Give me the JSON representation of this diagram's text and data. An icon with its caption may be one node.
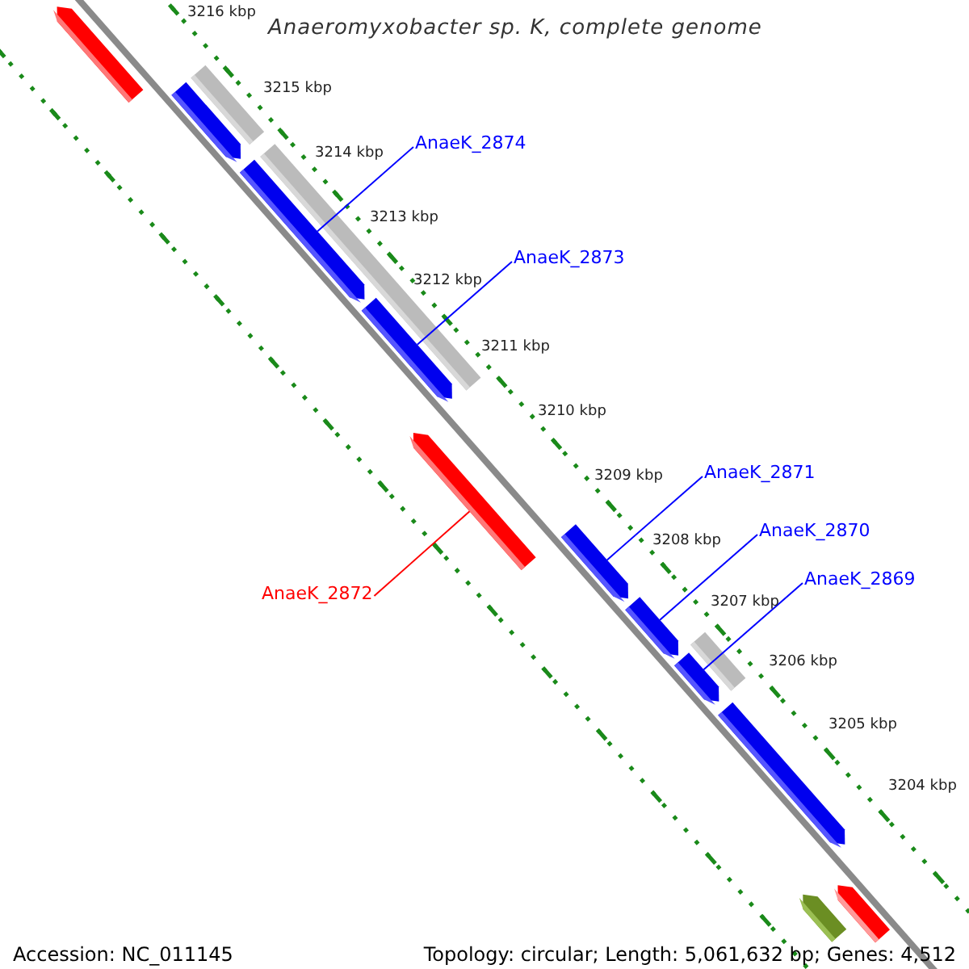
{
  "diagram": {
    "title": "Anaeromyxobacter sp. K, complete genome",
    "nodes": [
      {
        "text": [
          "AnaeK_2874"
        ]
      },
      {
        "text": [
          "AnaeK_2873"
        ]
      },
      {
        "text": [
          "AnaeK_2871"
        ]
      },
      {
        "text": [
          "AnaeK_2870"
        ]
      },
      {
        "text": [
          "AnaeK_2869"
        ]
      },
      {
        "text": [
          "AnaeK_2872"
        ]
      },
      {
        "text": [],
        "shape": "arrow"
      },
      {
        "text": [],
        "shape": "bar"
      },
      {
        "text": [],
        "shape": "arrow"
      },
      {
        "text": [],
        "shape": "arrow"
      },
      {
        "text": [],
        "shape": "bar"
      },
      {
        "text": [],
        "shape": "arrow"
      },
      {
        "text": [],
        "shape": "arrow"
      },
      {
        "text": [],
        "shape": "arrow"
      },
      {
        "text": [],
        "shape": "arrow"
      },
      {
        "text": [],
        "shape": "bar"
      },
      {
        "text": [],
        "shape": "arrow"
      },
      {
        "text": [],
        "shape": "arrow"
      },
      {
        "text": [],
        "shape": "arrow"
      },
      {
        "text": [],
        "shape": "arrow"
      }
    ],
    "edges": [
      {
        "from": 0,
        "to": 9,
        "arrow": "none"
      },
      {
        "from": 1,
        "to": 11,
        "arrow": "none"
      },
      {
        "from": 2,
        "to": 13,
        "arrow": "none"
      },
      {
        "from": 3,
        "to": 14,
        "arrow": "none"
      },
      {
        "from": 4,
        "to": 16,
        "arrow": "none"
      },
      {
        "from": 5,
        "to": 12,
        "arrow": "none",
        "color": "#ff0000"
      }
    ],
    "labels": [
      "3216 kbp",
      "3215 kbp",
      "3214 kbp",
      "3213 kbp",
      "3212 kbp",
      "3211 kbp",
      "3210 kbp",
      "3209 kbp",
      "3208 kbp",
      "3207 kbp",
      "3206 kbp",
      "3205 kbp",
      "3204 kbp",
      "Accession: NC_011145",
      "Topology: circular; Length: 5,061,632 bp; Genes: 4,512"
    ]
  }
}
